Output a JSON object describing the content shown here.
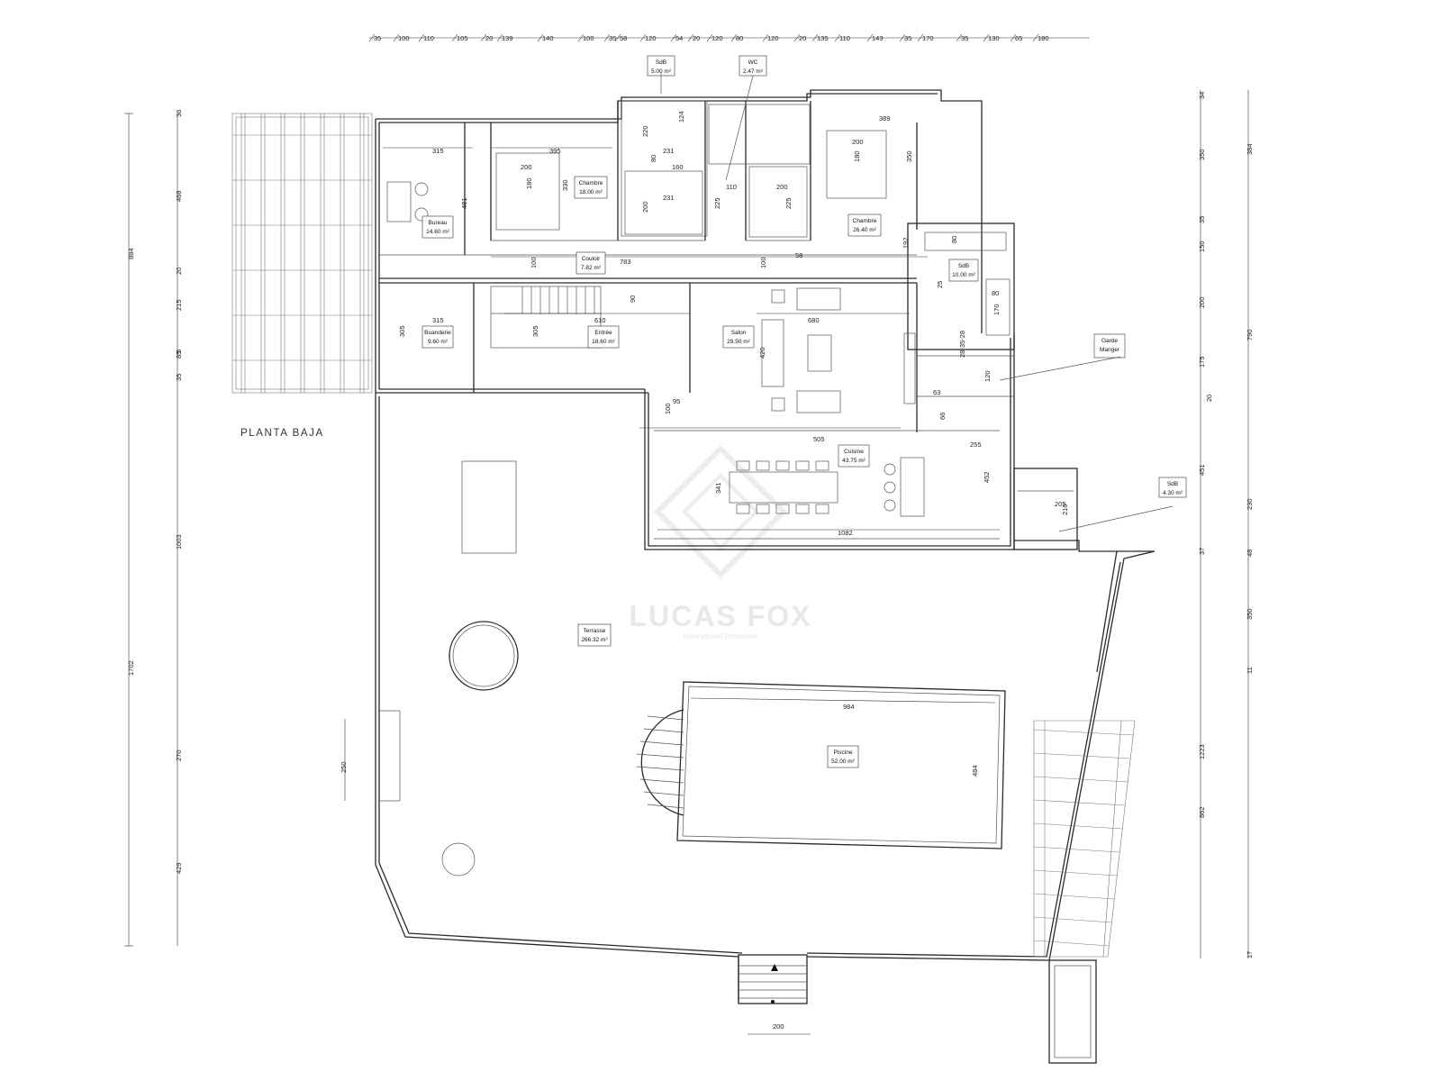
{
  "title": "PLANTA BAJA",
  "watermark": {
    "brand": "LUCAS FOX",
    "tagline": "International Properties"
  },
  "top_dimensions": [
    "35",
    "100",
    "110",
    "105",
    "20",
    "139",
    "140",
    "100",
    "35",
    "58",
    "120",
    "54",
    "20",
    "120",
    "80",
    "120",
    "20",
    "135",
    "110",
    "143",
    "35",
    "170",
    "35",
    "130",
    "65",
    "180"
  ],
  "left_outer_dims": [
    "884",
    "1702"
  ],
  "left_inner_dims": [
    "36",
    "468",
    "20",
    "215",
    "85",
    "35",
    "1003",
    "270",
    "429"
  ],
  "right_inner_dims": [
    "34",
    "350",
    "35",
    "150",
    "200",
    "175",
    "451",
    "37",
    "1223",
    "862"
  ],
  "right_outer_dims": [
    "384",
    "790",
    "230",
    "48",
    "350",
    "11",
    "17"
  ],
  "side_marks": [
    "20",
    "5"
  ],
  "rooms": [
    {
      "id": "sdb1",
      "name": "SdB",
      "area": "5.00 m²"
    },
    {
      "id": "wc",
      "name": "WC",
      "area": "2.47 m²"
    },
    {
      "id": "bureau",
      "name": "Bureau",
      "area": "14.60 m²"
    },
    {
      "id": "chambre1",
      "name": "Chambre",
      "area": "18.00 m²"
    },
    {
      "id": "chambre2",
      "name": "Chambre",
      "area": "26.40 m²"
    },
    {
      "id": "couloir",
      "name": "Couloir",
      "area": "7.82 m²"
    },
    {
      "id": "sdb2",
      "name": "SdB",
      "area": "10.00 m²"
    },
    {
      "id": "buanderie",
      "name": "Buanderie",
      "area": "9.60 m²"
    },
    {
      "id": "entree",
      "name": "Entrée",
      "area": "18.60 m²"
    },
    {
      "id": "salon",
      "name": "Salon",
      "area": "29.50 m²"
    },
    {
      "id": "garde",
      "name": "Garde",
      "area": "Manger"
    },
    {
      "id": "cuisine",
      "name": "Cuisine",
      "area": "43.75 m²"
    },
    {
      "id": "sdb3",
      "name": "SdB",
      "area": "4.30 m²"
    },
    {
      "id": "terrasse",
      "name": "Terrasse",
      "area": "266.32 m²"
    },
    {
      "id": "piscine",
      "name": "Piscine",
      "area": "52.00 m²"
    }
  ],
  "interior_dims": {
    "bureau_w": "315",
    "chambre1_w": "395",
    "bureau_h": "481",
    "chambre1_h": "330",
    "bed1_w": "200",
    "bed1_h": "180",
    "sdb_220": "220",
    "sdb_124": "124",
    "sdb_231a": "231",
    "sdb_80": "80",
    "sdb_160": "160",
    "sdb_231b": "231",
    "sdb_200": "200",
    "wc_110": "110",
    "wc_225a": "225",
    "wc_200": "200",
    "wc_225b": "225",
    "wc_58": "58",
    "ch2_389": "389",
    "ch2_200": "200",
    "ch2_180": "180",
    "ch2_350": "350",
    "ch2_192": "192",
    "cor_783": "783",
    "cor_100a": "100",
    "cor_100b": "100",
    "sdb2_80a": "80",
    "sdb2_25": "25",
    "sdb2_80b": "80",
    "sdb2_170": "170",
    "sdb2_282835": "28-35-28",
    "buand_315": "315",
    "buand_305": "305",
    "entree_305": "305",
    "entree_90": "90",
    "entree_610": "610",
    "salon_680": "680",
    "salon_420": "420",
    "garde_120": "120",
    "garde_63": "63",
    "garde_66": "66",
    "k_95": "95",
    "k_100": "100",
    "k_505": "505",
    "k_255": "255",
    "k_341": "341",
    "k_452": "452",
    "k_1082": "1082",
    "sdb3_205": "205",
    "sdb3_210": "210",
    "pool_984": "984",
    "pool_484": "484",
    "terr_250": "250",
    "steps_200": "200"
  }
}
